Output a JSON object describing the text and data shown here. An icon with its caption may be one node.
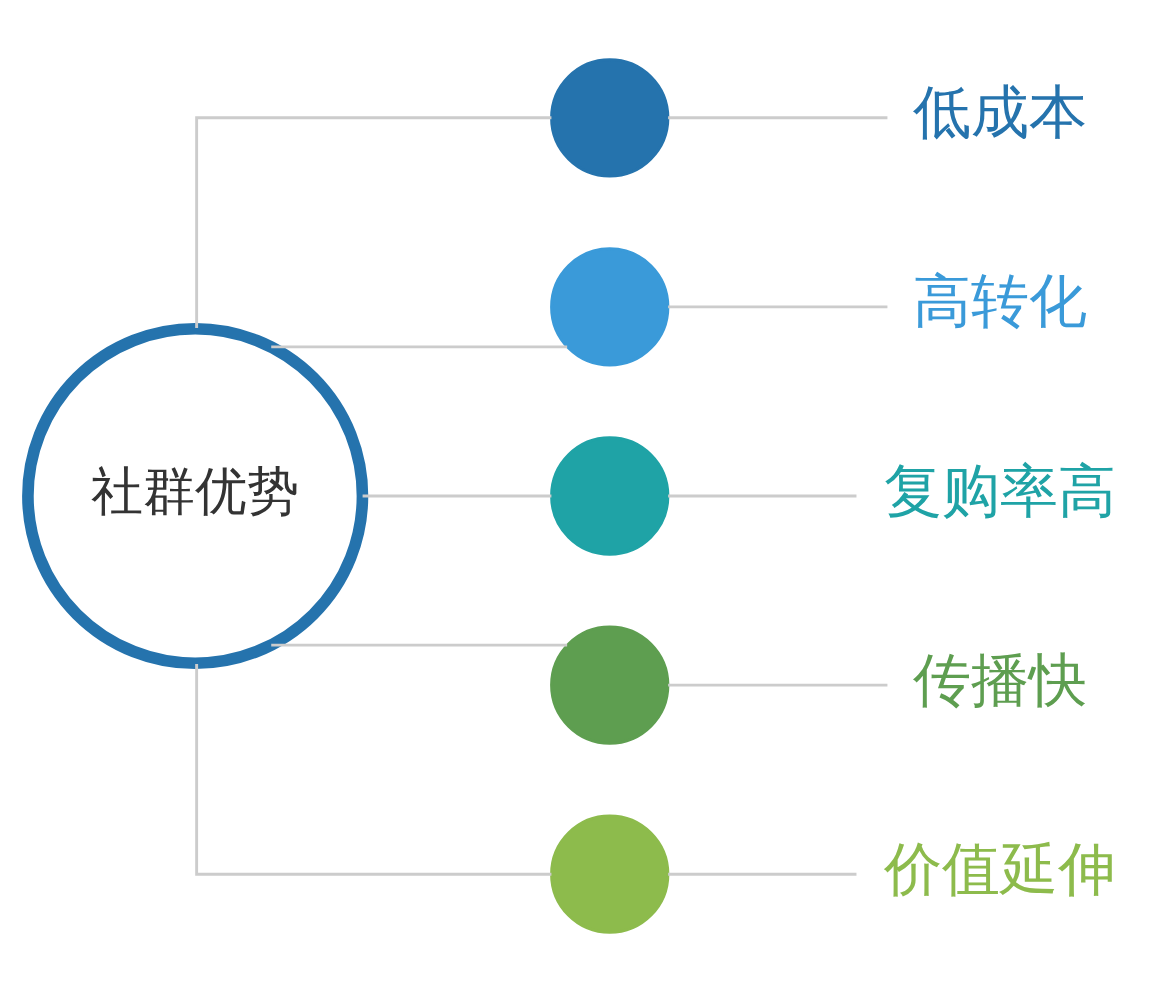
{
  "diagram": {
    "nodes": [
      {
        "text": [
          "社群优势"
        ]
      },
      {
        "text": [],
        "shape": "circle"
      },
      {
        "text": [
          "低成本"
        ]
      },
      {
        "text": [],
        "shape": "circle"
      },
      {
        "text": [
          "高转化"
        ]
      },
      {
        "text": [],
        "shape": "circle"
      },
      {
        "text": [
          "复购率高"
        ]
      },
      {
        "text": [],
        "shape": "circle"
      },
      {
        "text": [
          "传播快"
        ]
      },
      {
        "text": [],
        "shape": "circle"
      },
      {
        "text": [
          "价值延伸"
        ]
      }
    ],
    "edges": [
      {
        "from": 0,
        "to": 1,
        "arrow": "none"
      },
      {
        "from": 0,
        "to": 3,
        "arrow": "none"
      },
      {
        "from": 0,
        "to": 5,
        "arrow": "none"
      },
      {
        "from": 0,
        "to": 7,
        "arrow": "none"
      },
      {
        "from": 0,
        "to": 9,
        "arrow": "none"
      },
      {
        "from": 1,
        "to": 2,
        "arrow": "none"
      },
      {
        "from": 3,
        "to": 4,
        "arrow": "none"
      },
      {
        "from": 5,
        "to": 6,
        "arrow": "none"
      },
      {
        "from": 7,
        "to": 8,
        "arrow": "none"
      },
      {
        "from": 9,
        "to": 10,
        "arrow": "none"
      }
    ]
  }
}
